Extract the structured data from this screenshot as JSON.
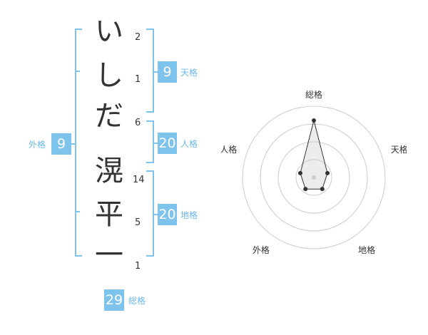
{
  "name_chars": [
    {
      "char": "い",
      "strokes": "2"
    },
    {
      "char": "し",
      "strokes": "1"
    },
    {
      "char": "だ",
      "strokes": "6"
    },
    {
      "char": "滉",
      "strokes": "14"
    },
    {
      "char": "平",
      "strokes": "5"
    },
    {
      "char": "一",
      "strokes": "1"
    }
  ],
  "fortune": {
    "tenkaku": {
      "label": "天格",
      "value": "9"
    },
    "jinkaku": {
      "label": "人格",
      "value": "20"
    },
    "chikaku": {
      "label": "地格",
      "value": "20"
    },
    "gaikaku": {
      "label": "外格",
      "value": "9"
    },
    "soukaku": {
      "label": "総格",
      "value": "29"
    }
  },
  "colors": {
    "accent": "#7dc3ec",
    "label": "#6cb8e6",
    "text": "#333333"
  },
  "chart_data": {
    "type": "radar",
    "axes": [
      "総格",
      "天格",
      "地格",
      "外格",
      "人格"
    ],
    "values": [
      4,
      1,
      1,
      1,
      1
    ],
    "max": 5,
    "rings": 4,
    "grid": true
  }
}
